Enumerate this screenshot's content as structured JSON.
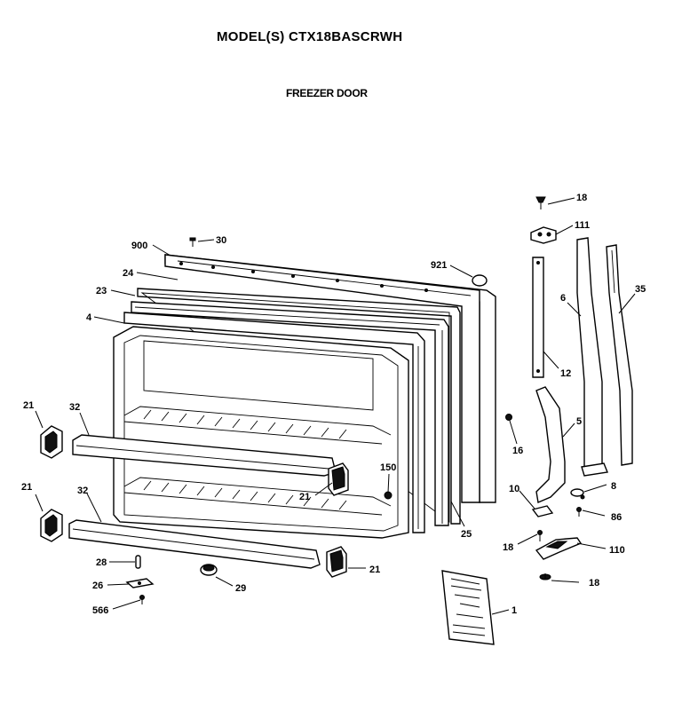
{
  "header": {
    "model": "MODEL(S) CTX18BASCRWH",
    "section": "FREEZER DOOR"
  },
  "callouts": [
    {
      "id": "c-18a",
      "text": "18"
    },
    {
      "id": "c-111",
      "text": "111"
    },
    {
      "id": "c-900",
      "text": "900"
    },
    {
      "id": "c-30",
      "text": "30"
    },
    {
      "id": "c-921",
      "text": "921"
    },
    {
      "id": "c-24",
      "text": "24"
    },
    {
      "id": "c-23",
      "text": "23"
    },
    {
      "id": "c-6",
      "text": "6"
    },
    {
      "id": "c-35",
      "text": "35"
    },
    {
      "id": "c-4",
      "text": "4"
    },
    {
      "id": "c-12",
      "text": "12"
    },
    {
      "id": "c-5",
      "text": "5"
    },
    {
      "id": "c-16",
      "text": "16"
    },
    {
      "id": "c-21a",
      "text": "21"
    },
    {
      "id": "c-32a",
      "text": "32"
    },
    {
      "id": "c-150",
      "text": "150"
    },
    {
      "id": "c-21b",
      "text": "21"
    },
    {
      "id": "c-10",
      "text": "10"
    },
    {
      "id": "c-8",
      "text": "8"
    },
    {
      "id": "c-21c",
      "text": "21"
    },
    {
      "id": "c-32b",
      "text": "32"
    },
    {
      "id": "c-86",
      "text": "86"
    },
    {
      "id": "c-25",
      "text": "25"
    },
    {
      "id": "c-18b",
      "text": "18"
    },
    {
      "id": "c-110",
      "text": "110"
    },
    {
      "id": "c-28",
      "text": "28"
    },
    {
      "id": "c-21d",
      "text": "21"
    },
    {
      "id": "c-18c",
      "text": "18"
    },
    {
      "id": "c-26",
      "text": "26"
    },
    {
      "id": "c-29",
      "text": "29"
    },
    {
      "id": "c-1",
      "text": "1"
    },
    {
      "id": "c-566",
      "text": "566"
    }
  ]
}
